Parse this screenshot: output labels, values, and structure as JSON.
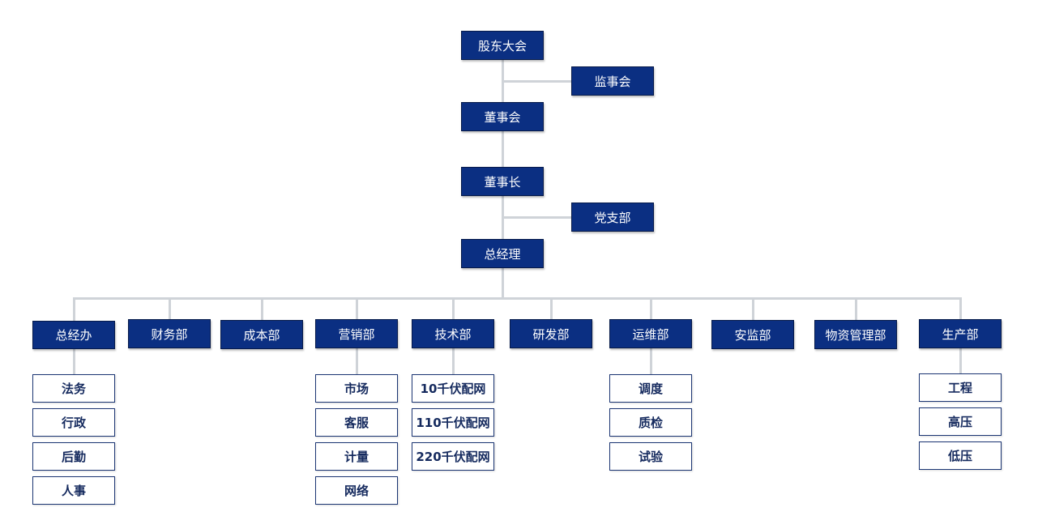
{
  "top": {
    "shareholders": "股东大会",
    "supervisors": "监事会",
    "board": "董事会",
    "chairman": "董事长",
    "party_branch": "党支部",
    "general_manager": "总经理"
  },
  "departments": [
    {
      "label": "总经办",
      "children": [
        "法务",
        "行政",
        "后勤",
        "人事"
      ]
    },
    {
      "label": "财务部",
      "children": []
    },
    {
      "label": "成本部",
      "children": []
    },
    {
      "label": "营销部",
      "children": [
        "市场",
        "客服",
        "计量",
        "网络"
      ]
    },
    {
      "label": "技术部",
      "children": [
        "10千伏配网",
        "110千伏配网",
        "220千伏配网"
      ]
    },
    {
      "label": "研发部",
      "children": []
    },
    {
      "label": "运维部",
      "children": [
        "调度",
        "质检",
        "试验"
      ]
    },
    {
      "label": "安监部",
      "children": []
    },
    {
      "label": "物资管理部",
      "children": []
    },
    {
      "label": "生产部",
      "children": [
        "工程",
        "高压",
        "低压"
      ]
    }
  ],
  "colors": {
    "node_fill": "#0b2f82",
    "node_text": "#ffffff",
    "sub_border": "#1b3573",
    "connector": "#cfd3d8"
  }
}
